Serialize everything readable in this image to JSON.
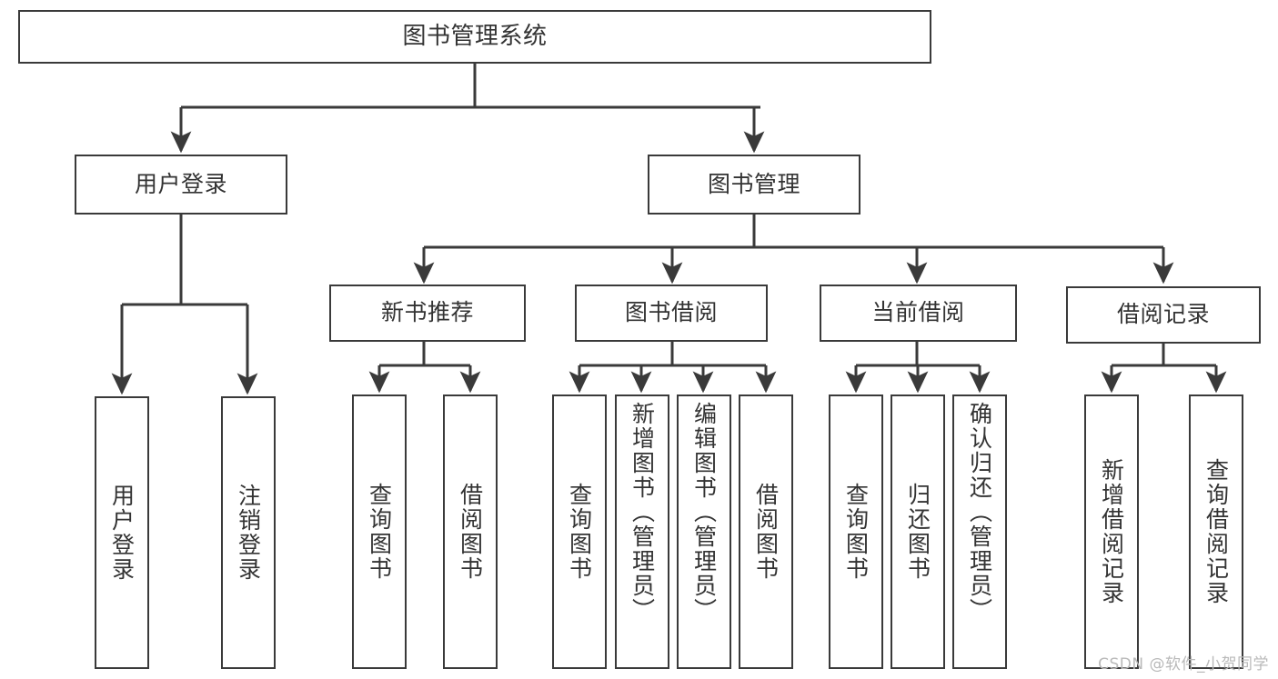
{
  "diagram": {
    "title": "图书管理系统",
    "type": "tree-structure-chart",
    "stroke_color": "#3a3a3a",
    "text_color": "#333333",
    "background_color": "#ffffff",
    "root": {
      "label": "图书管理系统"
    },
    "level2": [
      {
        "id": "user-login",
        "label": "用户登录"
      },
      {
        "id": "book-manage",
        "label": "图书管理"
      }
    ],
    "level3": [
      {
        "id": "new-book-rec",
        "label": "新书推荐"
      },
      {
        "id": "book-borrow",
        "label": "图书借阅"
      },
      {
        "id": "current-borrow",
        "label": "当前借阅"
      },
      {
        "id": "borrow-record",
        "label": "借阅记录"
      }
    ],
    "leaves": {
      "user_login": [
        {
          "id": "leaf-user-login",
          "label": "用户登录"
        },
        {
          "id": "leaf-logout",
          "label": "注销登录"
        }
      ],
      "new_book_rec": [
        {
          "id": "leaf-query-book-1",
          "label": "查询图书"
        },
        {
          "id": "leaf-borrow-book-1",
          "label": "借阅图书"
        }
      ],
      "book_borrow": [
        {
          "id": "leaf-query-book-2",
          "label": "查询图书"
        },
        {
          "id": "leaf-add-book",
          "label": "新增图书（管理员）"
        },
        {
          "id": "leaf-edit-book",
          "label": "编辑图书（管理员）"
        },
        {
          "id": "leaf-borrow-book-2",
          "label": "借阅图书"
        }
      ],
      "current_borrow": [
        {
          "id": "leaf-query-book-3",
          "label": "查询图书"
        },
        {
          "id": "leaf-return-book",
          "label": "归还图书"
        },
        {
          "id": "leaf-confirm-return",
          "label": "确认归还（管理员）"
        }
      ],
      "borrow_record": [
        {
          "id": "leaf-add-record",
          "label": "新增借阅记录"
        },
        {
          "id": "leaf-query-record",
          "label": "查询借阅记录"
        }
      ]
    }
  },
  "watermark": {
    "text": "CSDN @软件_小贺同学"
  }
}
